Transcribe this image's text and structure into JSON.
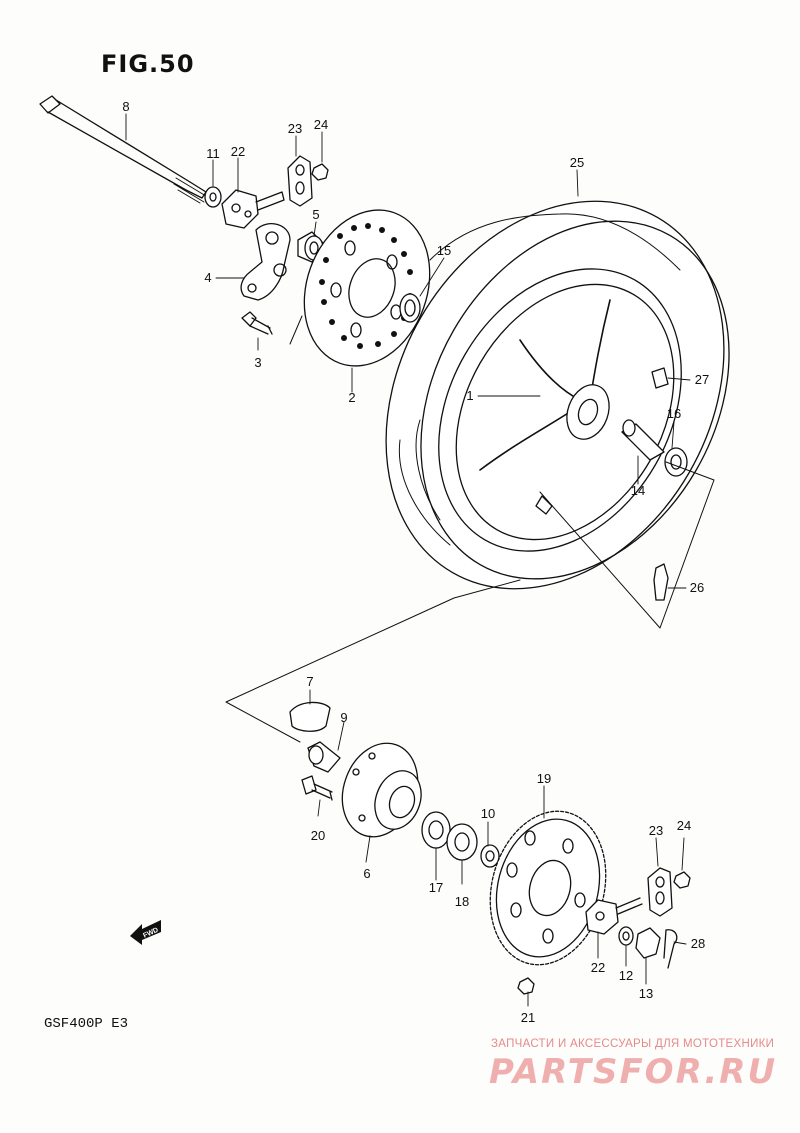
{
  "figure_title": "FIG.50",
  "model_code": "GSF400P  E3",
  "watermark": {
    "tagline": "ЗАПЧАСТИ И АКСЕССУАРЫ ДЛЯ МОТОТЕХНИКИ",
    "brand": "PARTSFOR.RU",
    "color": "#e05252"
  },
  "direction_marker": {
    "label": "FWD",
    "icon": "arrow-left-icon"
  },
  "callouts": [
    {
      "id": "8",
      "label": "8"
    },
    {
      "id": "11",
      "label": "11"
    },
    {
      "id": "22a",
      "label": "22"
    },
    {
      "id": "23a",
      "label": "23"
    },
    {
      "id": "24a",
      "label": "24"
    },
    {
      "id": "5",
      "label": "5"
    },
    {
      "id": "25",
      "label": "25"
    },
    {
      "id": "4",
      "label": "4"
    },
    {
      "id": "15",
      "label": "15"
    },
    {
      "id": "3",
      "label": "3"
    },
    {
      "id": "2",
      "label": "2"
    },
    {
      "id": "1",
      "label": "1"
    },
    {
      "id": "27",
      "label": "27"
    },
    {
      "id": "16",
      "label": "16"
    },
    {
      "id": "14",
      "label": "14"
    },
    {
      "id": "26",
      "label": "26"
    },
    {
      "id": "7",
      "label": "7"
    },
    {
      "id": "9",
      "label": "9"
    },
    {
      "id": "19",
      "label": "19"
    },
    {
      "id": "20",
      "label": "20"
    },
    {
      "id": "10",
      "label": "10"
    },
    {
      "id": "6",
      "label": "6"
    },
    {
      "id": "17",
      "label": "17"
    },
    {
      "id": "18",
      "label": "18"
    },
    {
      "id": "23b",
      "label": "23"
    },
    {
      "id": "24b",
      "label": "24"
    },
    {
      "id": "22b",
      "label": "22"
    },
    {
      "id": "12",
      "label": "12"
    },
    {
      "id": "28",
      "label": "28"
    },
    {
      "id": "13",
      "label": "13"
    },
    {
      "id": "21",
      "label": "21"
    }
  ]
}
